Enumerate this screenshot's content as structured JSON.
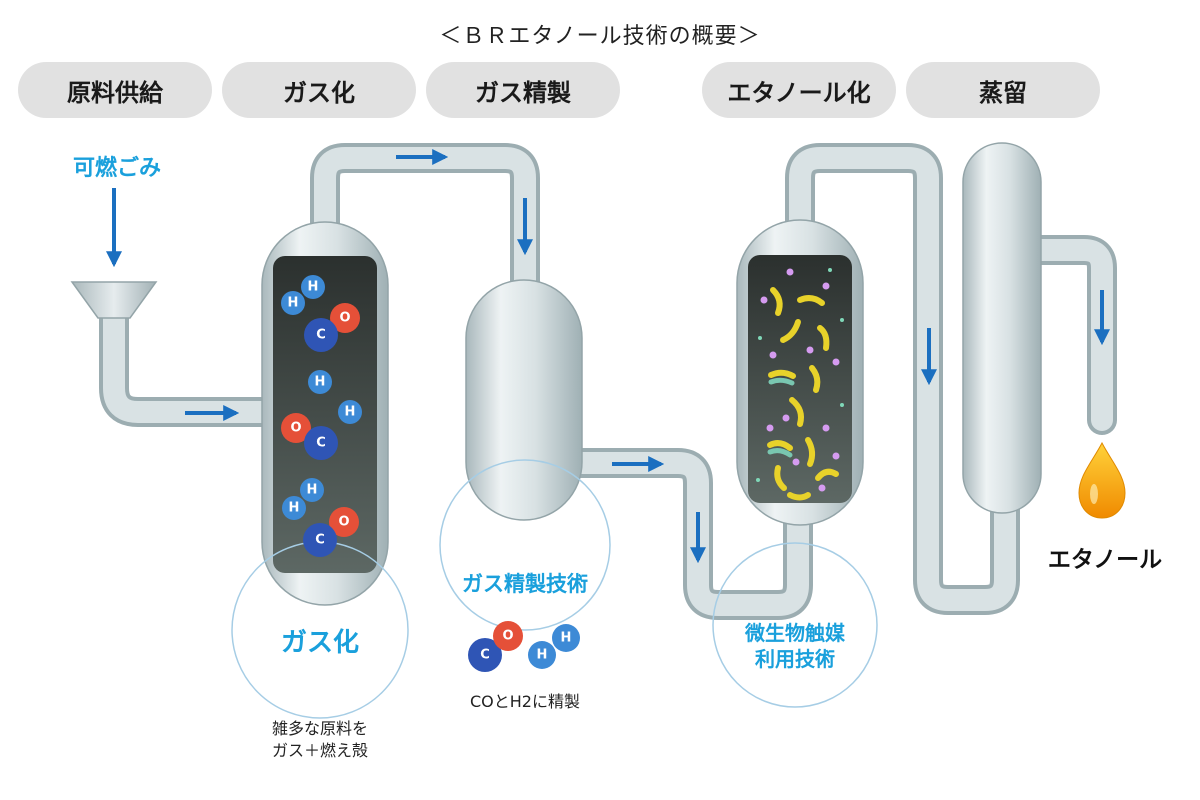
{
  "title": "＜ＢＲエタノール技術の概要＞",
  "steps": [
    "原料供給",
    "ガス化",
    "ガス精製",
    "エタノール化",
    "蒸留"
  ],
  "input_label": "可燃ごみ",
  "output_label": "エタノール",
  "gasification": {
    "label": "ガス化",
    "note_line1": "雑多な原料を",
    "note_line2": "ガス＋燃え殻"
  },
  "purification": {
    "label": "ガス精製技術",
    "note": "COとH2に精製"
  },
  "microbial": {
    "label_line1": "微生物触媒",
    "label_line2": "利用技術"
  },
  "atoms": {
    "hydrogen": "H",
    "oxygen": "O",
    "carbon": "C"
  },
  "colors": {
    "accent": "#1aa0dc",
    "arrow": "#1b6fc0",
    "pipe": "#d2dcdd",
    "hydrogen": "#3d8ad6",
    "oxygen": "#e55038",
    "carbon": "#2f55b5",
    "bug": "#e8d22a"
  }
}
